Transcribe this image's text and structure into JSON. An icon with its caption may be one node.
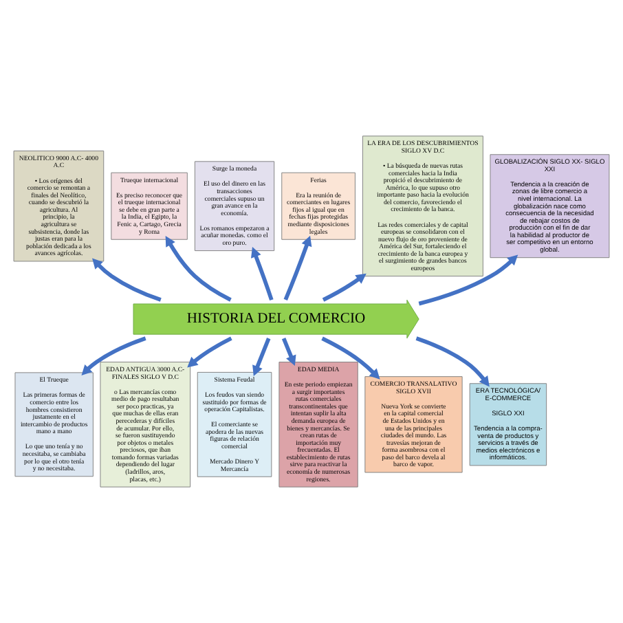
{
  "diagram": {
    "nodes": [
      {
        "text": [
          "HISTORIA DEL COMERCIO"
        ]
      },
      {
        "text": [
          "NEOLITICO 9000 A.C- 4000 A.C",
          "• Los orígenes del comercio se remontan a finales del Neolítico, cuando se descubrió la agricultura. Al principio, la agricultura se subsistencia, donde las justas eran para la población dedicada a los avances agrícolas."
        ]
      },
      {
        "text": [
          "Trueque internacional",
          "Es preciso reconocer que el trueque internacional se debe en gran parte a la India, el Egipto, la Fenic a, Cartago, Grecia y Roma"
        ]
      },
      {
        "text": [
          "Surge la moneda",
          "El uso del dinero en las transacciones comerciales supuso un gran avance en la economía.",
          "Los romanos empezaron a acuñar monedas. como el oro puro."
        ]
      },
      {
        "text": [
          "Ferias",
          "Era la reunión de comerciantes en lugares fijos al igual que en fechas fijas protegidas mediante disposiciones legales"
        ]
      },
      {
        "text": [
          "LA ERA DE LOS DESCUBRIMIENTOS SIGLO XV D.C",
          "• La búsqueda de nuevas rutas comerciales hacia la India propició el descubrimiento de América, lo que supuso otro importante paso hacia la evolución del comercio, favoreciendo el crecimiento de la banca.",
          "Las redes comerciales y de capital europeas se consolidaron con el nuevo flujo de oro proveniente de América del Sur, fortaleciendo el crecimiento de la banca europea y el surgimiento de grandes bancos europeos"
        ]
      },
      {
        "text": [
          "GLOBALIZACIÓN SIGLO XX- SIGLO XXI",
          "Tendencia a la creación de zonas de libre comercio a nivel internacional. La globalización nace como consecuencia de la necesidad de rebajar costos de producción con el fin de dar la habilidad al productor de ser competitivo en un entorno global."
        ]
      },
      {
        "text": [
          "El Trueque",
          "Las primeras formas de comercio entre los hombres consistieron justamente en el intercambio de productos mano a mano",
          "Lo que uno tenía y no necesitaba, se cambiaba por lo que el otro tenía y no necesitaba."
        ]
      },
      {
        "text": [
          "EDAD ANTIGUA 3000 A.C- FINALES SIGLO V D.C",
          "o Las mercancías como medio de pago resultaban ser poco practicas, ya que muchas de ellas eran perecederas y difíciles de acumular. Por ello, se fueron sustituyendo por objetos o metales preciosos, que iban tomando formas variadas dependiendo del lugar (ladrillos, aros, placas, etc.)"
        ]
      },
      {
        "text": [
          "Sistema Feudal",
          "Los feudos van siendo sustituido por formas de operación Capitalistas.",
          "El comerciante se apodera de las nuevas figuras de relación comercial",
          "Mercado Dinero Y Mercancía"
        ]
      },
      {
        "text": [
          "EDAD MEDIA",
          "En este periodo empiezan a surgir importantes rutas comerciales transcontinentales que intentan suplir la alta demanda europea de bienes y mercancías. Se crean rutas de importación muy frecuentadas. El establecimiento de rutas sirve para reactivar la economía de numerosas regiones."
        ]
      },
      {
        "text": [
          "COMERCIO TRANSALATIVO SIGLO XVII",
          "Nueva York se convierte en la capital comercial de Estados Unidos y en una de las principales ciudades del mundo. Las travesías mejoran de forma asombrosa con el paso del barco devela al barco de vapor."
        ]
      },
      {
        "text": [
          "ERA TECNOLÓGICA/ E-COMMERCE",
          "SIGLO XXI",
          "Tendencia a la compra-venta de productos y servicios a través de medios electrónicos e informáticos."
        ]
      }
    ],
    "edges": [
      {
        "from": 0,
        "to": 1,
        "arrow": "to"
      },
      {
        "from": 0,
        "to": 2,
        "arrow": "to"
      },
      {
        "from": 0,
        "to": 3,
        "arrow": "to"
      },
      {
        "from": 0,
        "to": 4,
        "arrow": "to"
      },
      {
        "from": 0,
        "to": 5,
        "arrow": "to"
      },
      {
        "from": 0,
        "to": 6,
        "arrow": "to"
      },
      {
        "from": 0,
        "to": 7,
        "arrow": "to"
      },
      {
        "from": 0,
        "to": 8,
        "arrow": "to"
      },
      {
        "from": 0,
        "to": 9,
        "arrow": "to"
      },
      {
        "from": 0,
        "to": 10,
        "arrow": "to"
      },
      {
        "from": 0,
        "to": 11,
        "arrow": "to"
      },
      {
        "from": 0,
        "to": 12,
        "arrow": "to"
      }
    ]
  }
}
